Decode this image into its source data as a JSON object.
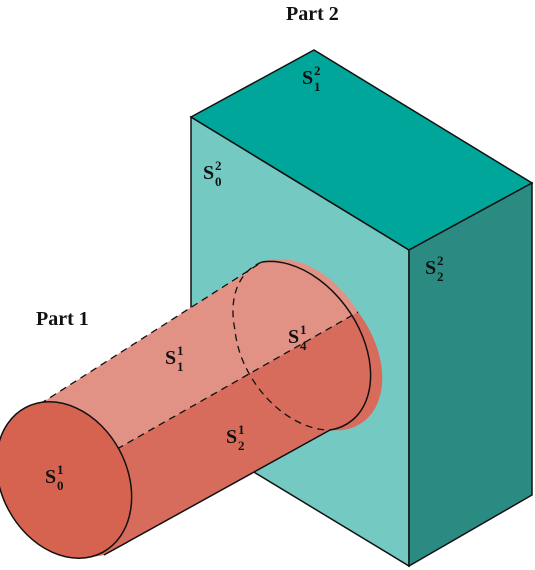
{
  "titles": {
    "part1": "Part 1",
    "part2": "Part 2"
  },
  "labels": {
    "s2_front": {
      "base": "S",
      "sub": "0",
      "sup": "2"
    },
    "s2_top": {
      "base": "S",
      "sub": "1",
      "sup": "2"
    },
    "s2_side": {
      "base": "S",
      "sub": "2",
      "sup": "2"
    },
    "s1_end": {
      "base": "S",
      "sub": "0",
      "sup": "1"
    },
    "s1_upper": {
      "base": "S",
      "sub": "1",
      "sup": "1"
    },
    "s1_lower": {
      "base": "S",
      "sub": "2",
      "sup": "1"
    },
    "s1_contact": {
      "base": "S",
      "sub": "4",
      "sup": "1"
    }
  },
  "colors": {
    "box_front": "#74c9c3",
    "box_top": "#00a69a",
    "box_side": "#2b8a82",
    "cyl_upper": "#e29285",
    "cyl_lower": "#d86c5c",
    "cyl_end": "#d5634f",
    "stroke": "#111111"
  }
}
